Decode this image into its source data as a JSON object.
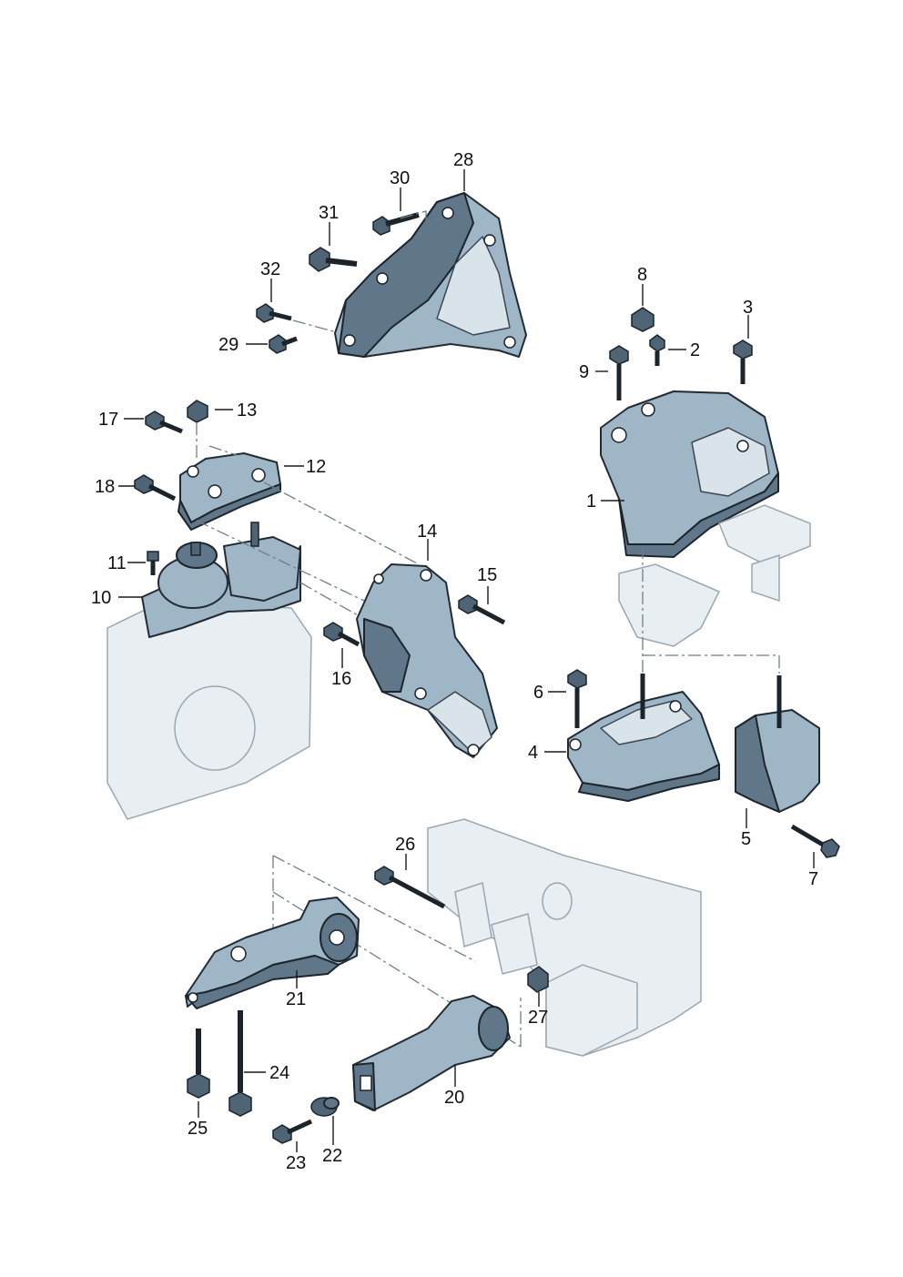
{
  "callouts": {
    "c1": "1",
    "c2": "2",
    "c3": "3",
    "c4": "4",
    "c5": "5",
    "c6": "6",
    "c7": "7",
    "c8": "8",
    "c9": "9",
    "c10": "10",
    "c11": "11",
    "c12": "12",
    "c13": "13",
    "c14": "14",
    "c15": "15",
    "c16": "16",
    "c17": "17",
    "c18": "18",
    "c20": "20",
    "c21": "21",
    "c22": "22",
    "c23": "23",
    "c24": "24",
    "c25": "25",
    "c26": "26",
    "c27": "27",
    "c28": "28",
    "c29": "29",
    "c30": "30",
    "c31": "31",
    "c32": "32"
  },
  "colors": {
    "part_fill": "#9fb6c6",
    "part_shadow": "#5f7788",
    "ghost_fill": "#e9eef2",
    "outline": "#222a33",
    "dash_line": "#6b7f8e"
  }
}
